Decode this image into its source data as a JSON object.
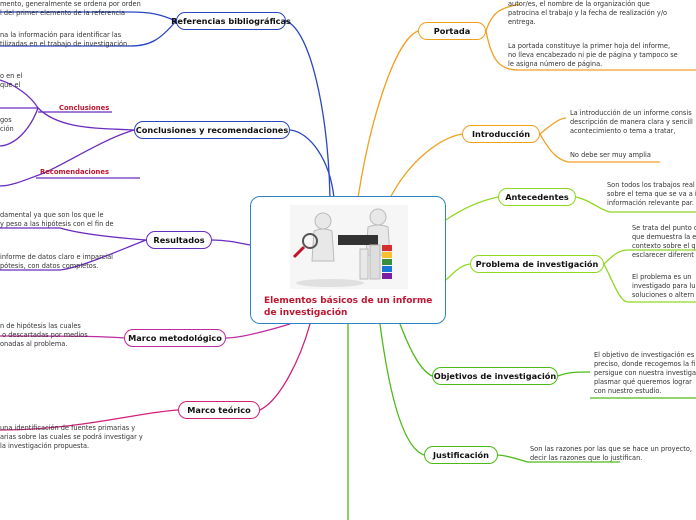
{
  "central": {
    "title": "Elementos básicos de un informe\nde investigación",
    "image": "report-people-books-illustration"
  },
  "colors": {
    "central_border": "#2d82c8",
    "left_main": "#1f3fbf",
    "left_sub": "#6a2bbf",
    "right_orange": "#f0a020",
    "right_green": "#8fd820",
    "trunk_green": "#4cbb17",
    "sublabel_red": "#c0152f"
  },
  "branches": {
    "referencias": {
      "label": "Referencias bibliográficas",
      "color": "#2a46c4",
      "texts": [
        "mento, generalmente se ordena por orden\nl del primer elemento de la referencia",
        "na la información para identificar las\ntilizadas en el trabajo de investigación."
      ]
    },
    "conclusiones_rec": {
      "label": "Conclusiones y recomendaciones",
      "color": "#2a46c4",
      "sub_conclusiones": "Conclusiones",
      "sub_recomendaciones": "Recomendaciones",
      "texts": [
        "o en el\nque el",
        "gos\nción"
      ]
    },
    "resultados": {
      "label": "Resultados",
      "color": "#6a2bbf",
      "texts": [
        "damental ya que son los que le\ny peso a las hipótesis con el fin de",
        "informe de datos claro e imparcial\npótesis, con datos completos."
      ]
    },
    "metodologico": {
      "label": "Marco metodológico",
      "color": "#c02aa0",
      "texts": [
        "n de hipótesis las cuales\n o descartadas por medios\nonadas al problema."
      ]
    },
    "teorico": {
      "label": "Marco teórico",
      "color": "#d0207a",
      "texts": [
        "una identificación de fuentes primarias y\narias sobre las cuales se podrá investigar y\nla investigación propuesta."
      ]
    },
    "portada": {
      "label": "Portada",
      "color": "#f0a020",
      "texts": [
        "autor/es, el nombre de la organización que\npatrocina el trabajo y la fecha de realización y/o\nentrega.",
        "La portada constituye la primer hoja del informe,\nno lleva encabezado ni pie de página y tampoco se\nle asigna número de página."
      ]
    },
    "introduccion": {
      "label": "Introducción",
      "color": "#f0a020",
      "texts": [
        "La introducción de un informe consis\ndescripción de manera clara y sencill\nacontecimiento o tema a tratar,",
        "No debe ser muy amplia"
      ]
    },
    "antecedentes": {
      "label": "Antecedentes",
      "color": "#8fd820",
      "texts": [
        "Son todos los trabajos real\nsobre el tema que se va a i\ninformación relevante par."
      ]
    },
    "problema": {
      "label": "Problema de investigación",
      "color": "#8fd820",
      "texts": [
        "Se trata del punto d\nque demuestra la e\ncontexto sobre el q\nesclarecer diferent",
        "El problema es un\ninvestigado para lu\nsoluciones o altern"
      ]
    },
    "objetivos": {
      "label": "Objetivos de investigación",
      "color": "#4cbb17",
      "texts": [
        "El objetivo de investigación es\npreciso, donde recogemos la fi\npersigue con nuestra investiga\nplasmar qué queremos lograr\ncon nuestro estudio."
      ]
    },
    "justificacion": {
      "label": "Justificación",
      "color": "#4cbb17",
      "texts": [
        "Son las razones por las que se hace un proyecto,\ndecir las razones que lo justifican."
      ]
    }
  }
}
